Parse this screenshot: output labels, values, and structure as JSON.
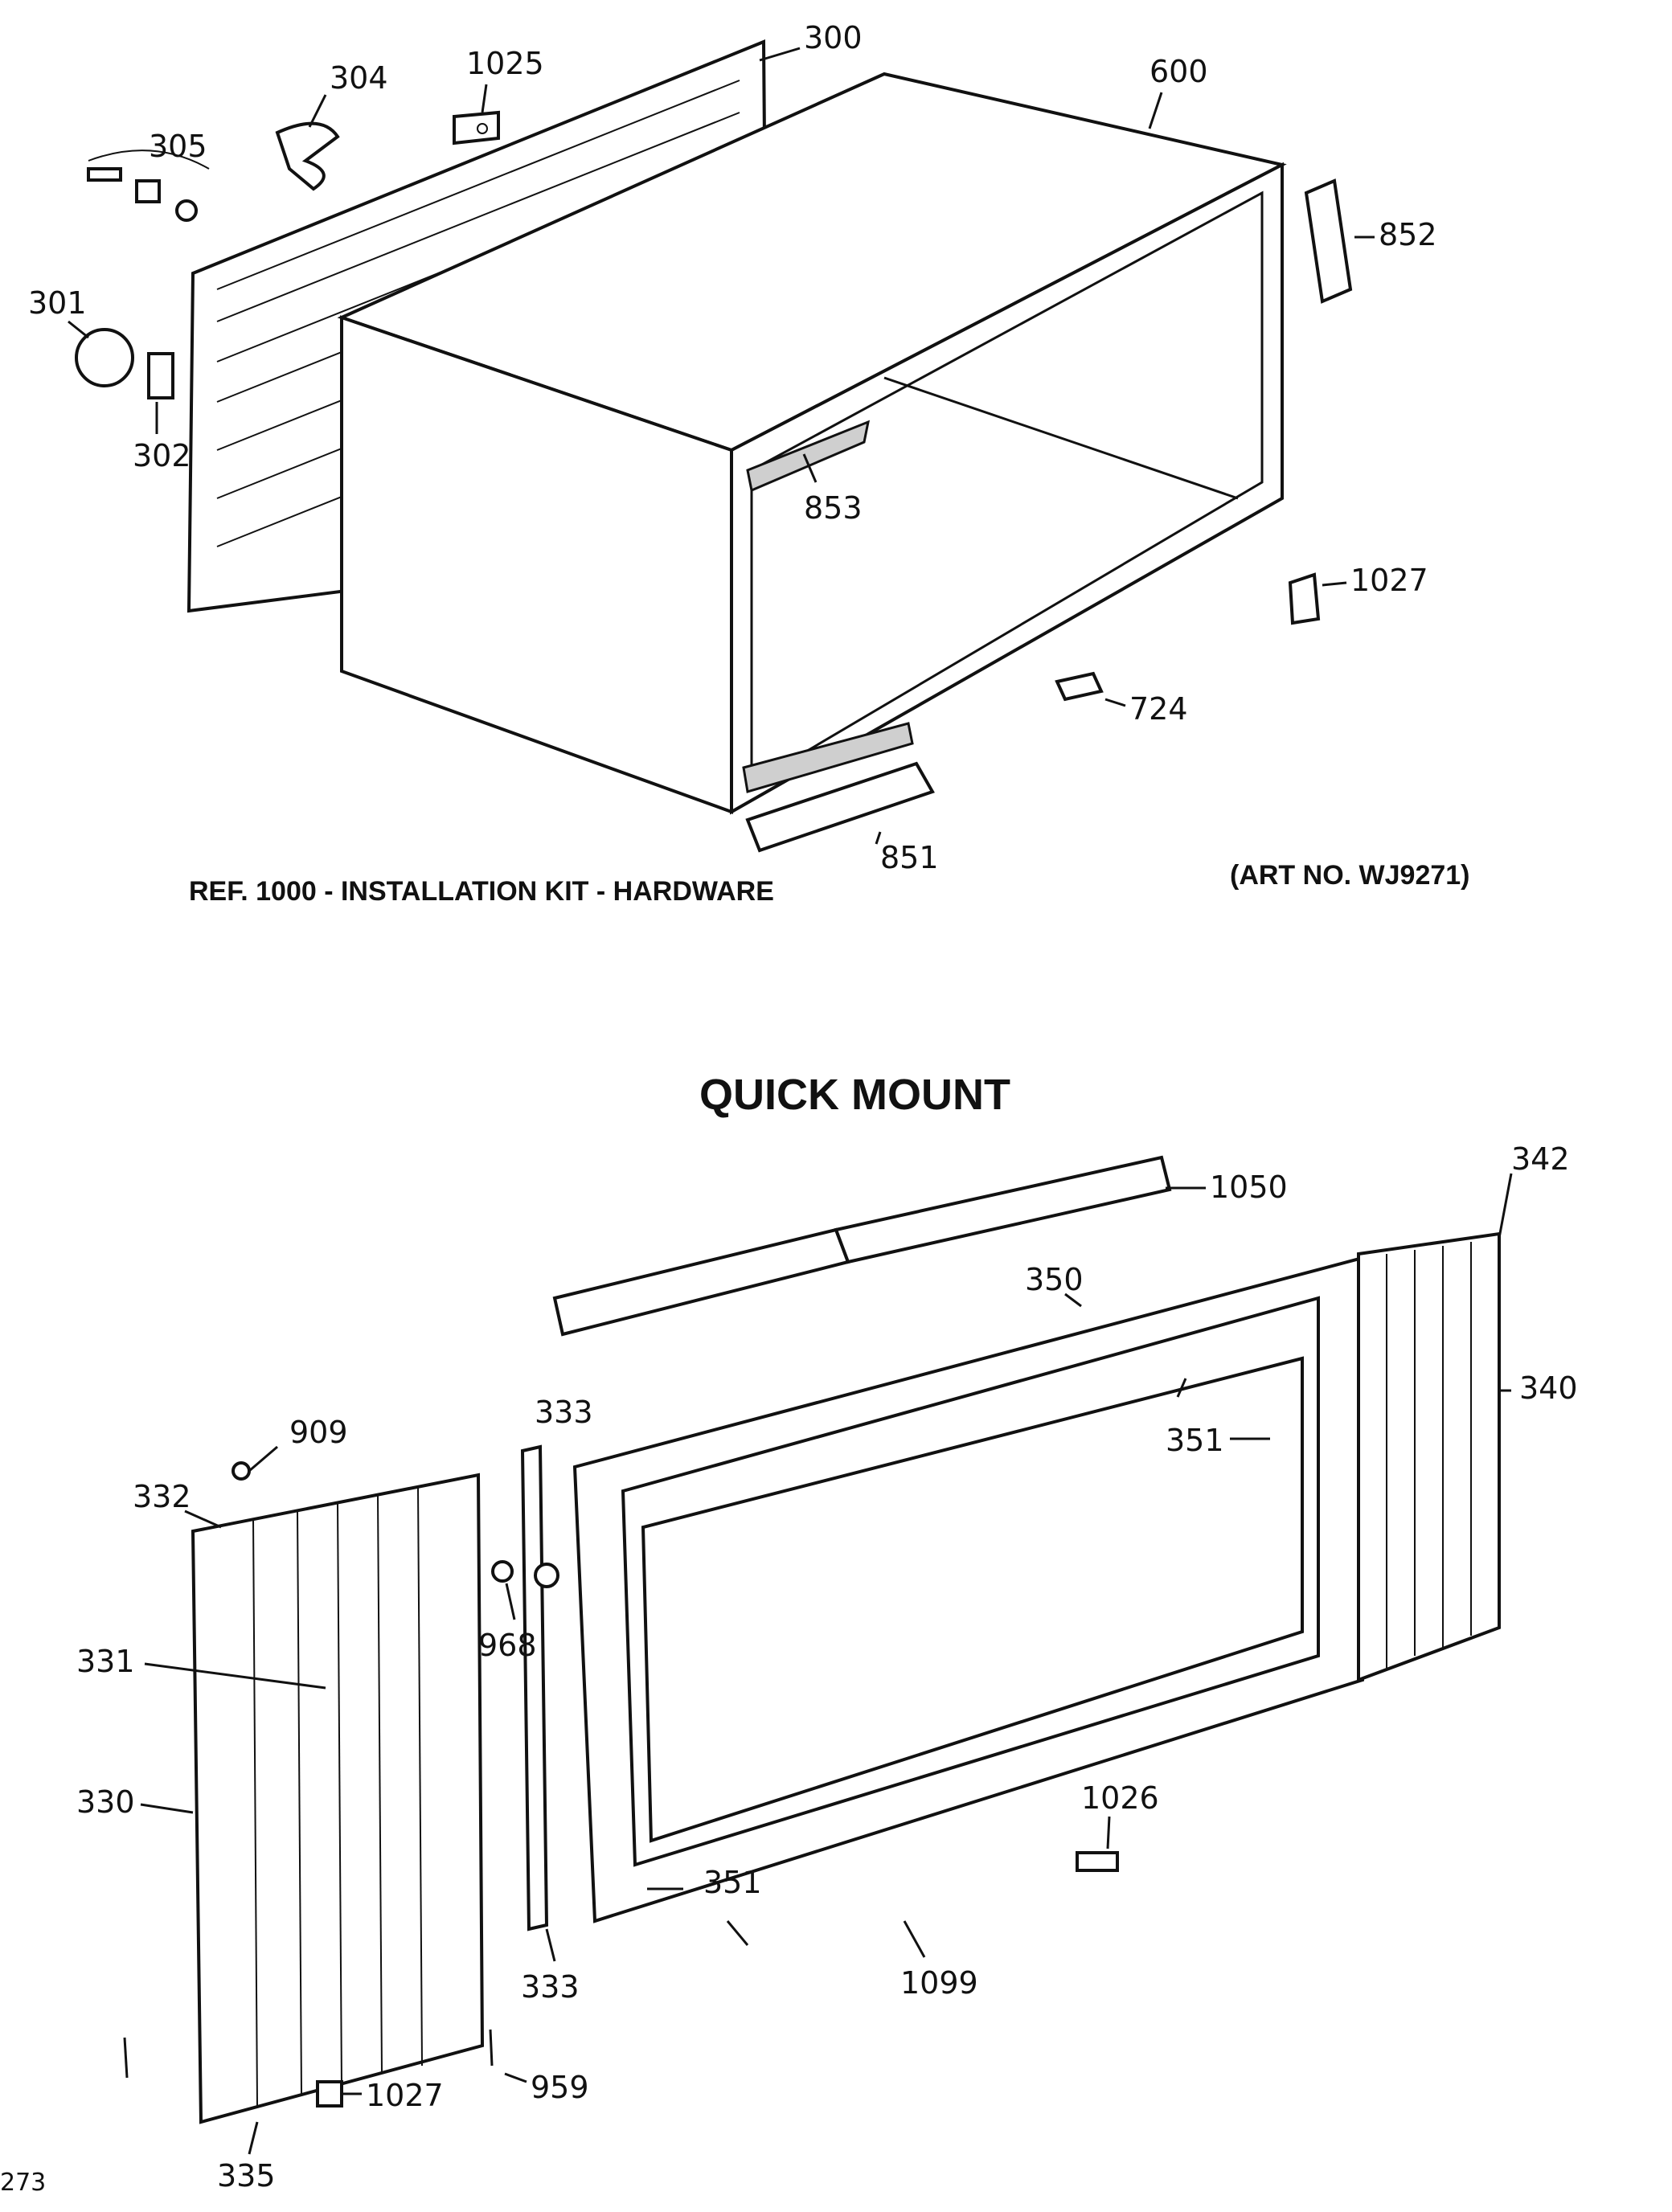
{
  "caption_kit": "REF. 1000 - INSTALLATION KIT - HARDWARE",
  "caption_art": "(ART NO. WJ9271)",
  "section_title": "QUICK MOUNT",
  "footer_code": "273",
  "callouts": {
    "c300": "300",
    "c304": "304",
    "c1025": "1025",
    "c600": "600",
    "c305": "305",
    "c852": "852",
    "c301": "301",
    "c302": "302",
    "c853": "853",
    "c1027a": "1027",
    "c724": "724",
    "c851": "851",
    "c1050": "1050",
    "c342": "342",
    "c350": "350",
    "c340": "340",
    "c333a": "333",
    "c909": "909",
    "c351a": "351",
    "c332": "332",
    "c968": "968",
    "c331": "331",
    "c351b": "351",
    "c330": "330",
    "c1026": "1026",
    "c1099": "1099",
    "c333b": "333",
    "c1027b": "1027",
    "c959": "959",
    "c335": "335"
  }
}
